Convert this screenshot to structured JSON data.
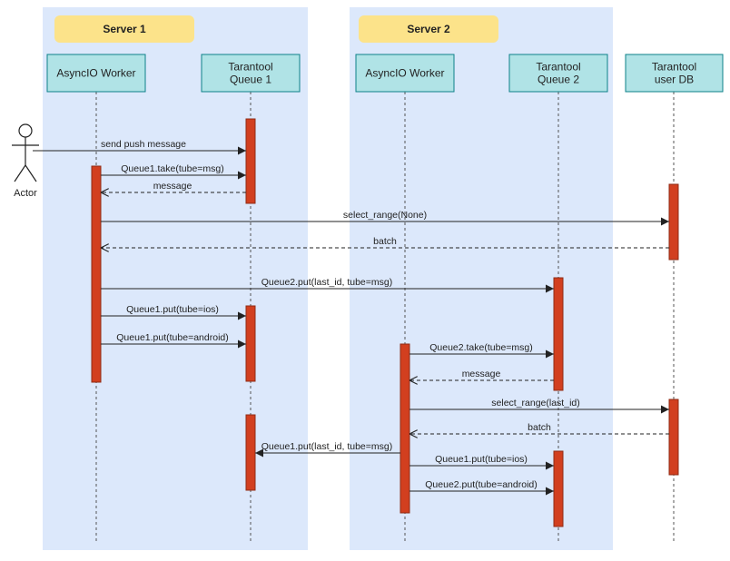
{
  "colors": {
    "server_bg": "#dce8fb",
    "server_label_bg": "#fce38a",
    "participant_bg": "#b0e3e6",
    "participant_border": "#0e8088",
    "activation_fill": "#d23f1f",
    "activation_border": "#8f2b14",
    "line": "#222222"
  },
  "servers": [
    {
      "id": "server1",
      "label": "Server 1"
    },
    {
      "id": "server2",
      "label": "Server 2"
    }
  ],
  "actor": {
    "label": "Actor",
    "icon": "stick-figure-icon"
  },
  "participants": [
    {
      "id": "worker1",
      "lines": [
        "AsyncIO Worker"
      ]
    },
    {
      "id": "queue1",
      "lines": [
        "Tarantool",
        "Queue 1"
      ]
    },
    {
      "id": "worker2",
      "lines": [
        "AsyncIO Worker"
      ]
    },
    {
      "id": "queue2",
      "lines": [
        "Tarantool",
        "Queue 2"
      ]
    },
    {
      "id": "userdb",
      "lines": [
        "Tarantool",
        "user DB"
      ]
    }
  ],
  "messages": [
    {
      "id": "m1",
      "from": "actor",
      "to": "queue1",
      "label": "send push message",
      "kind": "sync"
    },
    {
      "id": "m2",
      "from": "worker1",
      "to": "queue1",
      "label": "Queue1.take(tube=msg)",
      "kind": "sync"
    },
    {
      "id": "m3",
      "from": "queue1",
      "to": "worker1",
      "label": "message",
      "kind": "return"
    },
    {
      "id": "m4",
      "from": "worker1",
      "to": "userdb",
      "label": "select_range(None)",
      "kind": "sync"
    },
    {
      "id": "m5",
      "from": "userdb",
      "to": "worker1",
      "label": "batch",
      "kind": "return"
    },
    {
      "id": "m6",
      "from": "worker1",
      "to": "queue2",
      "label": "Queue2.put(last_id, tube=msg)",
      "kind": "sync"
    },
    {
      "id": "m7",
      "from": "worker1",
      "to": "queue1",
      "label": "Queue1.put(tube=ios)",
      "kind": "sync"
    },
    {
      "id": "m8",
      "from": "worker1",
      "to": "queue1",
      "label": "Queue1.put(tube=android)",
      "kind": "sync"
    },
    {
      "id": "m9",
      "from": "worker2",
      "to": "queue2",
      "label": "Queue2.take(tube=msg)",
      "kind": "sync"
    },
    {
      "id": "m10",
      "from": "queue2",
      "to": "worker2",
      "label": "message",
      "kind": "return"
    },
    {
      "id": "m11",
      "from": "worker2",
      "to": "userdb",
      "label": "select_range(last_id)",
      "kind": "sync"
    },
    {
      "id": "m12",
      "from": "userdb",
      "to": "worker2",
      "label": "batch",
      "kind": "return"
    },
    {
      "id": "m13",
      "from": "worker2",
      "to": "queue1",
      "label": "Queue1.put(last_id, tube=msg)",
      "kind": "sync"
    },
    {
      "id": "m14",
      "from": "worker2",
      "to": "queue2",
      "label": "Queue1.put(tube=ios)",
      "kind": "sync"
    },
    {
      "id": "m15",
      "from": "worker2",
      "to": "queue2",
      "label": "Queue2.put(tube=android)",
      "kind": "sync"
    }
  ]
}
